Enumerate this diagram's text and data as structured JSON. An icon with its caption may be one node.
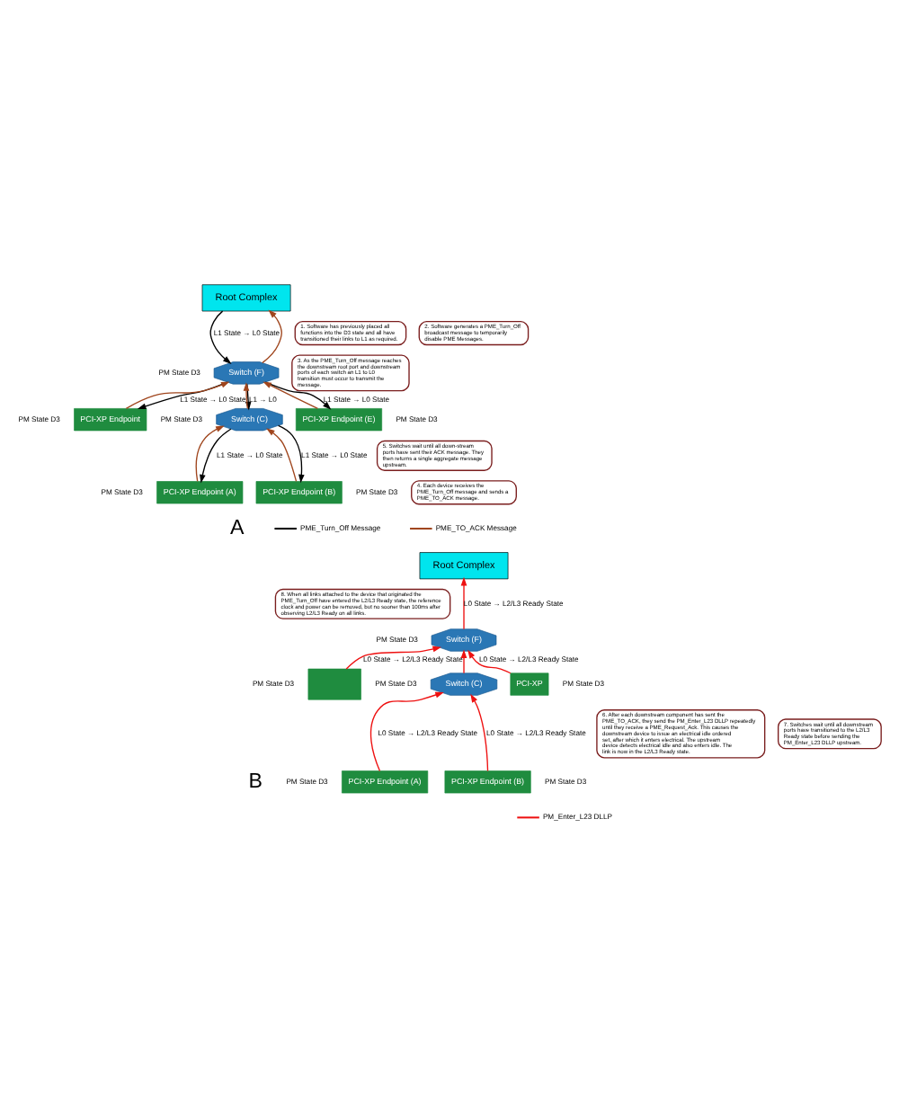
{
  "diagram": {
    "nodes": [
      {
        "text": [
          "Root Complex"
        ]
      },
      {
        "text": [
          "Switch (F)"
        ],
        "beside": [
          "PM State D3"
        ]
      },
      {
        "text": [
          "PCI-XP Endpoint"
        ],
        "beside": [
          "PM State D3"
        ]
      },
      {
        "text": [
          "Switch (C)"
        ],
        "beside": [
          "PM State D3"
        ]
      },
      {
        "text": [
          "PCI-XP Endpoint (E)"
        ],
        "beside": [
          "PM State D3"
        ]
      },
      {
        "text": [
          "PCI-XP Endpoint (A)"
        ],
        "beside": [
          "PM State D3"
        ]
      },
      {
        "text": [
          "PCI-XP Endpoint (B)"
        ],
        "beside": [
          "PM State D3"
        ]
      },
      {
        "text": [
          "1. Software has previously placed all functions into the D3 state and all have transitioned their links to L1 as required."
        ]
      },
      {
        "text": [
          "2. Software generates a PME_Turn_Off broadcast message to temporarily disable PME Messages."
        ]
      },
      {
        "text": [
          "3. As the PME_Turn_Off message reaches the downstream root port and downstream ports of each switch an L1 to L0 transition must occur to transmit the message."
        ]
      },
      {
        "text": [
          "5. Switches wait until all down-stream ports have sent their ACK message. They then returns a single aggregate message upstream."
        ]
      },
      {
        "text": [
          "4. Each device receives the PME_Turn_Off message and sends a PME_TO_ACK message."
        ]
      },
      {
        "text": [
          "Root Complex"
        ]
      },
      {
        "text": [
          "Switch (F)"
        ],
        "beside": [
          "PM State D3"
        ]
      },
      {
        "text": [],
        "shape": "box",
        "beside": [
          "PM State D3"
        ]
      },
      {
        "text": [
          "Switch (C)"
        ],
        "beside": [
          "PM State D3"
        ]
      },
      {
        "text": [
          "PCI-XP"
        ],
        "beside": [
          "PM State D3"
        ]
      },
      {
        "text": [
          "PCI-XP Endpoint (A)"
        ],
        "beside": [
          "PM State D3"
        ]
      },
      {
        "text": [
          "PCI-XP Endpoint (B)"
        ],
        "beside": [
          "PM State D3"
        ]
      },
      {
        "text": [
          "8. When all links attached to the device that originated the PME_Turn_Off have entered the L2/L3 Ready state, the reference clock and power can be removed, but no sooner than 100ms after observing L2/L3 Ready on all links."
        ]
      },
      {
        "text": [
          "6. After each downstream component has sent the PME_TO_ACK, they send the PM_Enter_L23 DLLP repeatedly until they receive a PME_Request_Ack. This causes the downstream device to issue an electrical idle ordered set, after which it enters electrical. The upstream device detects electrical idle and also enters idle. The link is now in the L2/L3 Ready state."
        ]
      },
      {
        "text": [
          "7. Switches wait until all downstream ports have transitioned to the L2/L3 Ready state before sending the PM_Enter_L23 DLLP upstream."
        ]
      }
    ],
    "edges": [
      {
        "from": 0,
        "to": 1,
        "arrow": "to",
        "label": "L1 State → L0 State"
      },
      {
        "from": 1,
        "to": 0,
        "arrow": "to",
        "color": "#a0461e"
      },
      {
        "from": 1,
        "to": 2,
        "arrow": "to",
        "label": "L1 State → L0 State"
      },
      {
        "from": 2,
        "to": 1,
        "arrow": "to",
        "color": "#a0461e"
      },
      {
        "from": 1,
        "to": 3,
        "arrow": "to",
        "label": "L1 → L0"
      },
      {
        "from": 3,
        "to": 1,
        "arrow": "to",
        "color": "#a0461e"
      },
      {
        "from": 1,
        "to": 4,
        "arrow": "to",
        "label": "L1 State → L0 State"
      },
      {
        "from": 4,
        "to": 1,
        "arrow": "to",
        "color": "#a0461e"
      },
      {
        "from": 3,
        "to": 5,
        "arrow": "to",
        "label": "L1 State → L0 State"
      },
      {
        "from": 5,
        "to": 3,
        "arrow": "to",
        "color": "#a0461e"
      },
      {
        "from": 3,
        "to": 6,
        "arrow": "to",
        "label": "L1 State → L0 State"
      },
      {
        "from": 6,
        "to": 3,
        "arrow": "to",
        "color": "#a0461e"
      },
      {
        "from": 13,
        "to": 12,
        "arrow": "to",
        "color": "#ee1111",
        "label": "L0 State → L2/L3 Ready State"
      },
      {
        "from": 14,
        "to": 13,
        "arrow": "to",
        "color": "#ee1111",
        "label": "L0 State → L2/L3 Ready State"
      },
      {
        "from": 15,
        "to": 13,
        "arrow": "to",
        "color": "#ee1111"
      },
      {
        "from": 16,
        "to": 13,
        "arrow": "to",
        "color": "#ee1111",
        "label": "L0 State → L2/L3 Ready State"
      },
      {
        "from": 17,
        "to": 15,
        "arrow": "to",
        "color": "#ee1111",
        "label": "L0 State → L2/L3 Ready State"
      },
      {
        "from": 18,
        "to": 15,
        "arrow": "to",
        "color": "#ee1111",
        "label": "L0 State → L2/L3 Ready State"
      }
    ],
    "labels": [
      "A",
      "B"
    ],
    "legend": [
      {
        "text": "PME_Turn_Off Message"
      },
      {
        "text": "PME_TO_ACK Message"
      },
      {
        "text": "PM_Enter_L23 DLLP"
      }
    ]
  }
}
